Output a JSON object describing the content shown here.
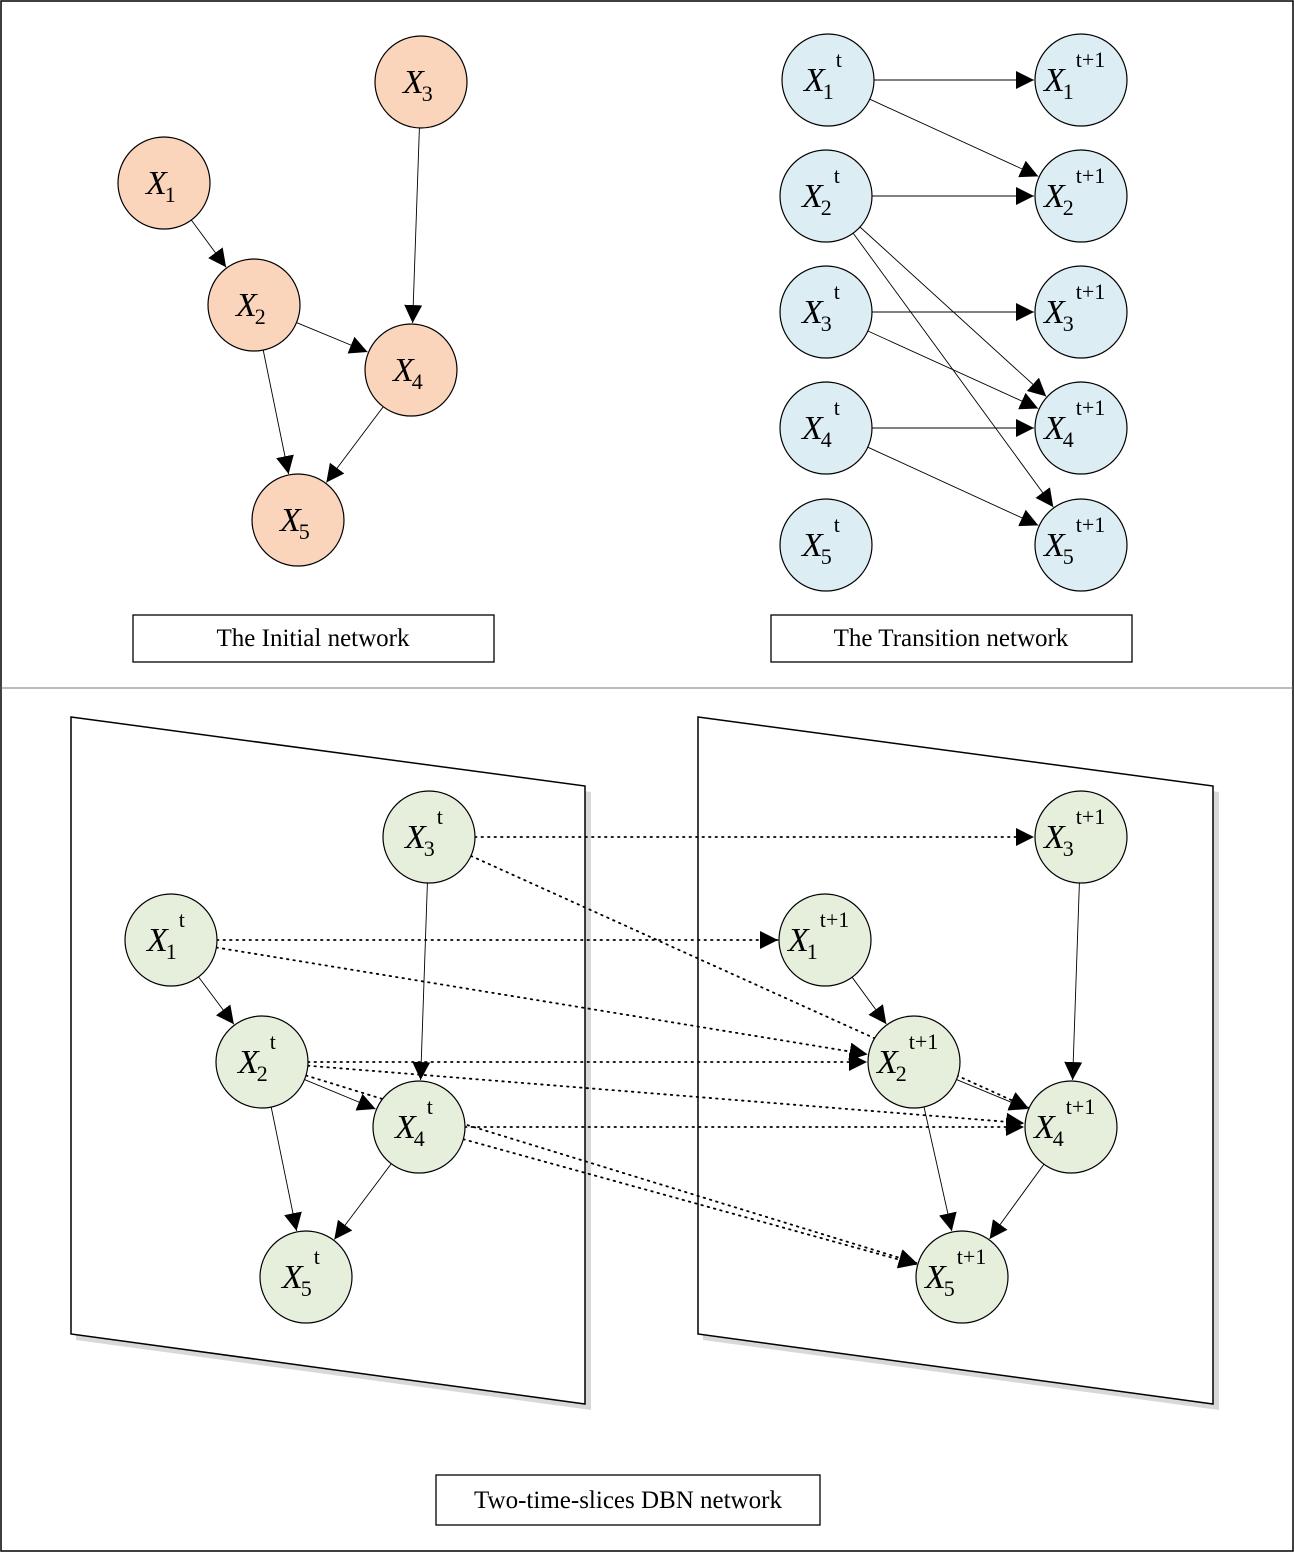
{
  "panels": {
    "initial": {
      "label": "The Initial network",
      "nodes": [
        {
          "id": "i1",
          "name": "X",
          "sub": "1",
          "sup": ""
        },
        {
          "id": "i2",
          "name": "X",
          "sub": "2",
          "sup": ""
        },
        {
          "id": "i3",
          "name": "X",
          "sub": "3",
          "sup": ""
        },
        {
          "id": "i4",
          "name": "X",
          "sub": "4",
          "sup": ""
        },
        {
          "id": "i5",
          "name": "X",
          "sub": "5",
          "sup": ""
        }
      ],
      "edges": [
        [
          "i1",
          "i2"
        ],
        [
          "i3",
          "i4"
        ],
        [
          "i2",
          "i4"
        ],
        [
          "i2",
          "i5"
        ],
        [
          "i4",
          "i5"
        ]
      ]
    },
    "transition": {
      "label": "The Transition network",
      "nodes": [
        {
          "id": "ta1",
          "name": "X",
          "sub": "1",
          "sup": "t"
        },
        {
          "id": "ta2",
          "name": "X",
          "sub": "2",
          "sup": "t"
        },
        {
          "id": "ta3",
          "name": "X",
          "sub": "3",
          "sup": "t"
        },
        {
          "id": "ta4",
          "name": "X",
          "sub": "4",
          "sup": "t"
        },
        {
          "id": "ta5",
          "name": "X",
          "sub": "5",
          "sup": "t"
        },
        {
          "id": "tb1",
          "name": "X",
          "sub": "1",
          "sup": "t+1"
        },
        {
          "id": "tb2",
          "name": "X",
          "sub": "2",
          "sup": "t+1"
        },
        {
          "id": "tb3",
          "name": "X",
          "sub": "3",
          "sup": "t+1"
        },
        {
          "id": "tb4",
          "name": "X",
          "sub": "4",
          "sup": "t+1"
        },
        {
          "id": "tb5",
          "name": "X",
          "sub": "5",
          "sup": "t+1"
        }
      ],
      "edges": [
        [
          "ta1",
          "tb1"
        ],
        [
          "ta1",
          "tb2"
        ],
        [
          "ta2",
          "tb2"
        ],
        [
          "ta2",
          "tb4"
        ],
        [
          "ta2",
          "tb5"
        ],
        [
          "ta3",
          "tb3"
        ],
        [
          "ta3",
          "tb4"
        ],
        [
          "ta4",
          "tb4"
        ],
        [
          "ta4",
          "tb5"
        ]
      ]
    },
    "dbn": {
      "label": "Two-time-slices DBN network",
      "nodes": [
        {
          "id": "da1",
          "name": "X",
          "sub": "1",
          "sup": "t"
        },
        {
          "id": "da2",
          "name": "X",
          "sub": "2",
          "sup": "t"
        },
        {
          "id": "da3",
          "name": "X",
          "sub": "3",
          "sup": "t"
        },
        {
          "id": "da4",
          "name": "X",
          "sub": "4",
          "sup": "t"
        },
        {
          "id": "da5",
          "name": "X",
          "sub": "5",
          "sup": "t"
        },
        {
          "id": "db1",
          "name": "X",
          "sub": "1",
          "sup": "t+1"
        },
        {
          "id": "db2",
          "name": "X",
          "sub": "2",
          "sup": "t+1"
        },
        {
          "id": "db3",
          "name": "X",
          "sub": "3",
          "sup": "t+1"
        },
        {
          "id": "db4",
          "name": "X",
          "sub": "4",
          "sup": "t+1"
        },
        {
          "id": "db5",
          "name": "X",
          "sub": "5",
          "sup": "t+1"
        }
      ],
      "intra_edges": [
        [
          "da1",
          "da2"
        ],
        [
          "da3",
          "da4"
        ],
        [
          "da2",
          "da4"
        ],
        [
          "da2",
          "da5"
        ],
        [
          "da4",
          "da5"
        ],
        [
          "db1",
          "db2"
        ],
        [
          "db3",
          "db4"
        ],
        [
          "db2",
          "db4"
        ],
        [
          "db2",
          "db5"
        ],
        [
          "db4",
          "db5"
        ]
      ],
      "inter_edges": [
        [
          "da1",
          "db1"
        ],
        [
          "da1",
          "db2"
        ],
        [
          "da2",
          "db2"
        ],
        [
          "da2",
          "db4"
        ],
        [
          "da2",
          "db5"
        ],
        [
          "da3",
          "db3"
        ],
        [
          "da3",
          "db4"
        ],
        [
          "da4",
          "db4"
        ],
        [
          "da4",
          "db5"
        ]
      ]
    }
  },
  "colors": {
    "initial_node_fill": "#fbd5bb",
    "transition_node_fill": "#dceef4",
    "dbn_node_fill": "#e5efdb"
  }
}
